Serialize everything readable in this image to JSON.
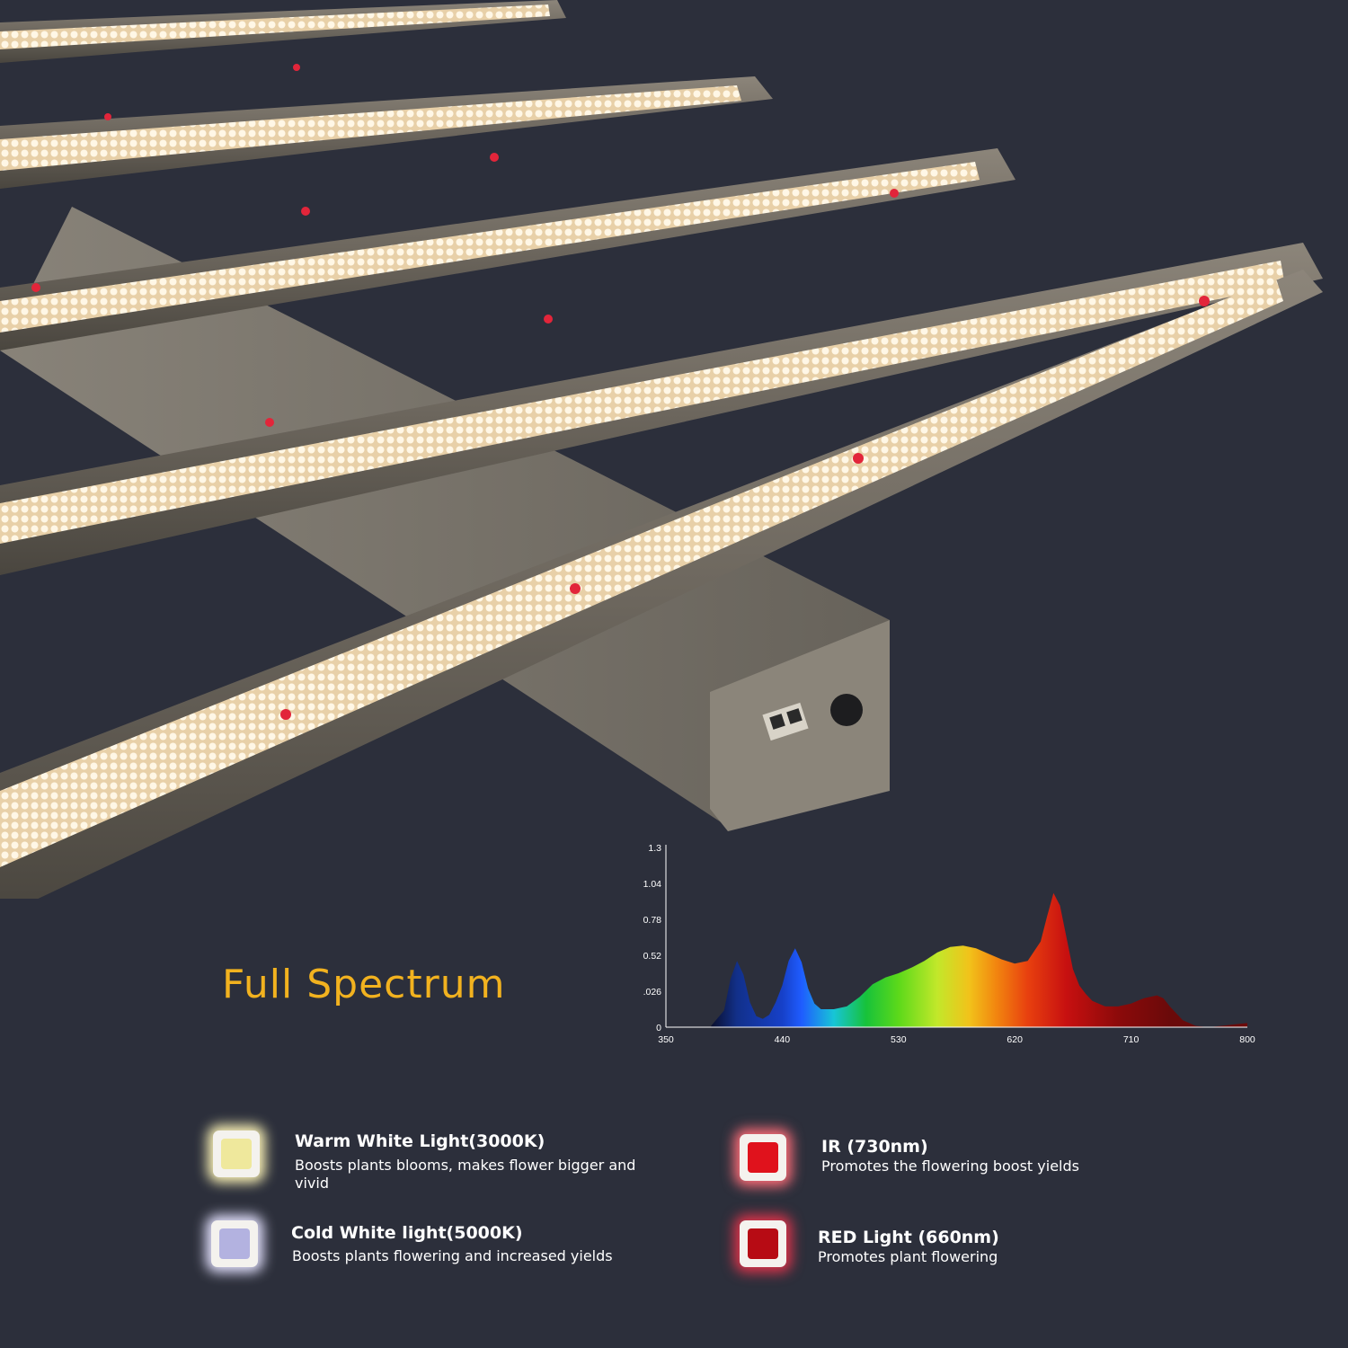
{
  "headline": {
    "text": "Full Spectrum",
    "color": "#f2b21f"
  },
  "chart_data": {
    "type": "area",
    "title": "",
    "xlabel": "",
    "ylabel": "",
    "x_ticks": [
      "350",
      "440",
      "530",
      "620",
      "710",
      "800"
    ],
    "y_ticks": [
      "0",
      ".026",
      "0.52",
      "0.78",
      "1.04",
      "1.3"
    ],
    "xlim": [
      350,
      800
    ],
    "ylim": [
      0,
      1.3
    ],
    "grid": false,
    "series": [
      {
        "x": [
          385,
          395,
          400,
          405,
          410,
          415,
          420,
          425,
          430,
          435,
          440,
          445,
          450,
          455,
          460,
          465,
          470,
          480,
          490,
          500,
          510,
          520,
          530,
          540,
          550,
          560,
          570,
          580,
          590,
          600,
          610,
          620,
          630,
          640,
          645,
          650,
          655,
          660,
          665,
          670,
          675,
          680,
          690,
          700,
          710,
          720,
          730,
          735,
          740,
          750,
          760,
          770,
          780,
          790,
          800
        ],
        "y": [
          0.01,
          0.12,
          0.35,
          0.48,
          0.38,
          0.18,
          0.08,
          0.06,
          0.09,
          0.18,
          0.3,
          0.48,
          0.57,
          0.47,
          0.28,
          0.17,
          0.13,
          0.13,
          0.15,
          0.22,
          0.31,
          0.36,
          0.39,
          0.43,
          0.48,
          0.54,
          0.58,
          0.59,
          0.57,
          0.53,
          0.49,
          0.46,
          0.48,
          0.62,
          0.8,
          0.97,
          0.88,
          0.65,
          0.42,
          0.3,
          0.24,
          0.19,
          0.15,
          0.15,
          0.17,
          0.21,
          0.23,
          0.21,
          0.15,
          0.05,
          0.01,
          0.0,
          0.01,
          0.02,
          0.03
        ]
      }
    ]
  },
  "legend": [
    {
      "title": "Warm White Light(3000K)",
      "desc": "Boosts plants blooms, makes flower bigger and vivid",
      "swatch": "#efe89c",
      "glow": "#fff6b8"
    },
    {
      "title": "Cold White light(5000K)",
      "desc": "Boosts plants flowering and increased yields",
      "swatch": "#b3b2e0",
      "glow": "#e4e2ff"
    },
    {
      "title": "IR   (730nm)",
      "desc": "Promotes the flowering  boost yields",
      "swatch": "#e0121c",
      "glow": "#ff6d78"
    },
    {
      "title": "RED Light   (660nm)",
      "desc": "Promotes plant flowering",
      "swatch": "#b70b14",
      "glow": "#e0344b"
    }
  ]
}
